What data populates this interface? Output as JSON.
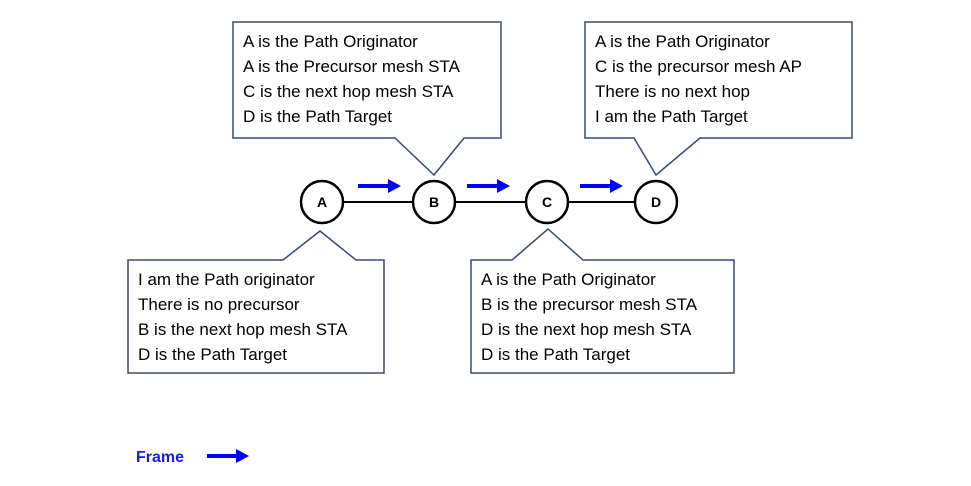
{
  "colors": {
    "arrow": "#0000ff",
    "legend_text": "#1a1ae6",
    "callout_border": "#3a4a6a",
    "node_border": "#000000"
  },
  "nodes": [
    {
      "id": "A",
      "label": "A"
    },
    {
      "id": "B",
      "label": "B"
    },
    {
      "id": "C",
      "label": "C"
    },
    {
      "id": "D",
      "label": "D"
    }
  ],
  "callouts": {
    "b": {
      "lines": [
        "A is the Path Originator",
        "A is the Precursor mesh STA",
        "C is the next hop mesh STA",
        "D is the Path Target"
      ]
    },
    "d": {
      "lines": [
        "A is the Path Originator",
        "C is the precursor mesh AP",
        "There is no next hop",
        "I am the Path Target"
      ]
    },
    "a": {
      "lines": [
        "I am the Path originator",
        "There is no precursor",
        "B is the next hop mesh STA",
        "D is the Path Target"
      ]
    },
    "c": {
      "lines": [
        "A is the Path Originator",
        "B is the precursor mesh STA",
        "D is the next hop mesh STA",
        "D is the Path Target"
      ]
    }
  },
  "legend": {
    "label": "Frame",
    "icon": "right-arrow-icon"
  }
}
